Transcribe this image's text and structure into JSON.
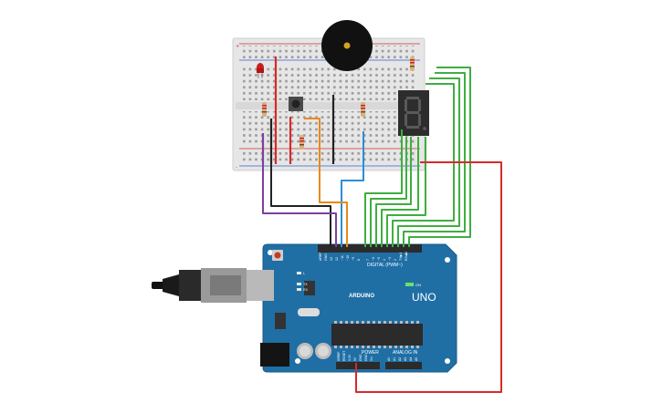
{
  "arduino": {
    "logo_text": "ARDUINO",
    "model": "UNO",
    "digital_header": "DIGITAL (PWM~)",
    "power_label": "POWER",
    "analog_label": "ANALOG IN",
    "pin_aref": "AREF",
    "pin_gnd": "GND",
    "pin_13": "13",
    "pin_12": "12",
    "pin_11": "~11",
    "pin_10": "~10",
    "pin_9": "~9",
    "pin_8": "8",
    "pin_7": "7",
    "pin_6": "~6",
    "pin_5": "~5",
    "pin_4": "4",
    "pin_3": "~3",
    "pin_2": "2",
    "pin_tx": "TX▶1",
    "pin_rx": "RX◀0",
    "led_l": "L",
    "led_tx": "TX",
    "led_rx": "RX",
    "on_label": "ON",
    "pwr_ioref": "IOREF",
    "pwr_reset": "RESET",
    "pwr_33v": "3.3V",
    "pwr_5v": "5V",
    "pwr_gnd1": "GND",
    "pwr_gnd2": "GND",
    "pwr_vin": "Vin",
    "a0": "A0",
    "a1": "A1",
    "a2": "A2",
    "a3": "A3",
    "a4": "A4",
    "a5": "A5"
  },
  "colors": {
    "board": "#1f6fa5",
    "breadboard": "#e6e6e6",
    "wire_green": "#3fae3f",
    "wire_red": "#d62a2a",
    "wire_black": "#222222",
    "wire_purple": "#7b3fa0",
    "wire_orange": "#e88a1a",
    "wire_blue": "#2a8fd6"
  },
  "components": [
    "breadboard-icon",
    "buzzer-icon",
    "led-icon",
    "pushbutton-icon",
    "resistor-icon",
    "seven-segment-display-icon",
    "usb-cable-icon",
    "arduino-uno-icon"
  ]
}
